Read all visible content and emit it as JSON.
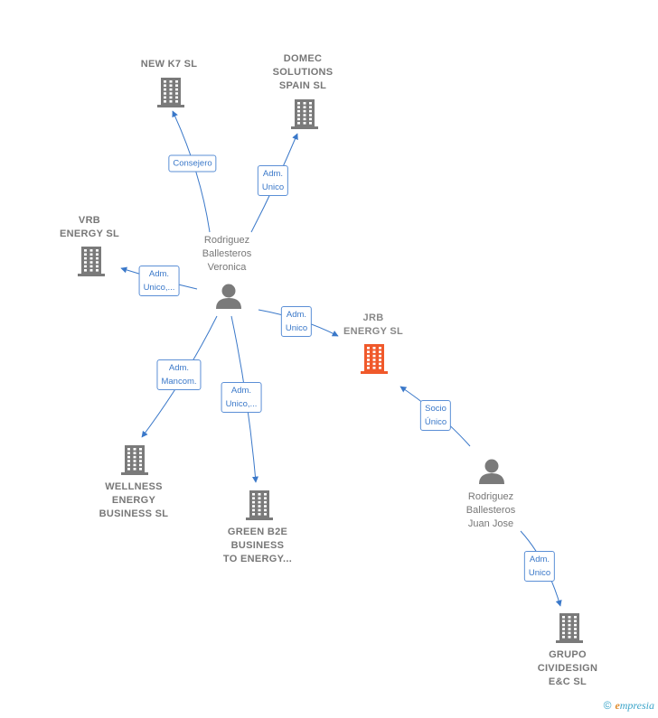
{
  "colors": {
    "edge": "#3a78c9",
    "building": "#7a7a7a",
    "building_highlight": "#f0592b",
    "person": "#7a7a7a"
  },
  "nodes": {
    "new_k7": {
      "label_lines": [
        "NEW K7  SL"
      ],
      "icon": "building-icon"
    },
    "domec": {
      "label_lines": [
        "DOMEC",
        "SOLUTIONS",
        "SPAIN  SL"
      ],
      "icon": "building-icon"
    },
    "vrb": {
      "label_lines": [
        "VRB",
        "ENERGY  SL"
      ],
      "icon": "building-icon"
    },
    "jrb": {
      "label_lines": [
        "JRB",
        "ENERGY  SL"
      ],
      "icon": "building-icon"
    },
    "wellness": {
      "label_lines": [
        "WELLNESS",
        "ENERGY",
        "BUSINESS  SL"
      ],
      "icon": "building-icon"
    },
    "green": {
      "label_lines": [
        "GREEN B2E",
        "BUSINESS",
        "TO ENERGY..."
      ],
      "icon": "building-icon"
    },
    "grupo": {
      "label_lines": [
        "GRUPO",
        "CIVIDESIGN",
        "E&C SL"
      ],
      "icon": "building-icon"
    },
    "veronica": {
      "label_lines": [
        "Rodriguez",
        "Ballesteros",
        "Veronica"
      ],
      "icon": "person-icon"
    },
    "juanjose": {
      "label_lines": [
        "Rodriguez",
        "Ballesteros",
        "Juan Jose"
      ],
      "icon": "person-icon"
    }
  },
  "edges": {
    "consejero": {
      "label_lines": [
        "Consejero"
      ]
    },
    "adm_unico_domec": {
      "label_lines": [
        "Adm.",
        "Unico"
      ]
    },
    "adm_unico_vrb": {
      "label_lines": [
        "Adm.",
        "Unico,..."
      ]
    },
    "adm_unico_jrb": {
      "label_lines": [
        "Adm.",
        "Unico"
      ]
    },
    "adm_mancom": {
      "label_lines": [
        "Adm.",
        "Mancom."
      ]
    },
    "adm_unico_green": {
      "label_lines": [
        "Adm.",
        "Unico,..."
      ]
    },
    "socio_unico": {
      "label_lines": [
        "Socio",
        "Único"
      ]
    },
    "adm_unico_grupo": {
      "label_lines": [
        "Adm.",
        "Unico"
      ]
    }
  },
  "footer": {
    "copyright": "©",
    "brand_initial": "e",
    "brand_rest": "mpresia"
  }
}
